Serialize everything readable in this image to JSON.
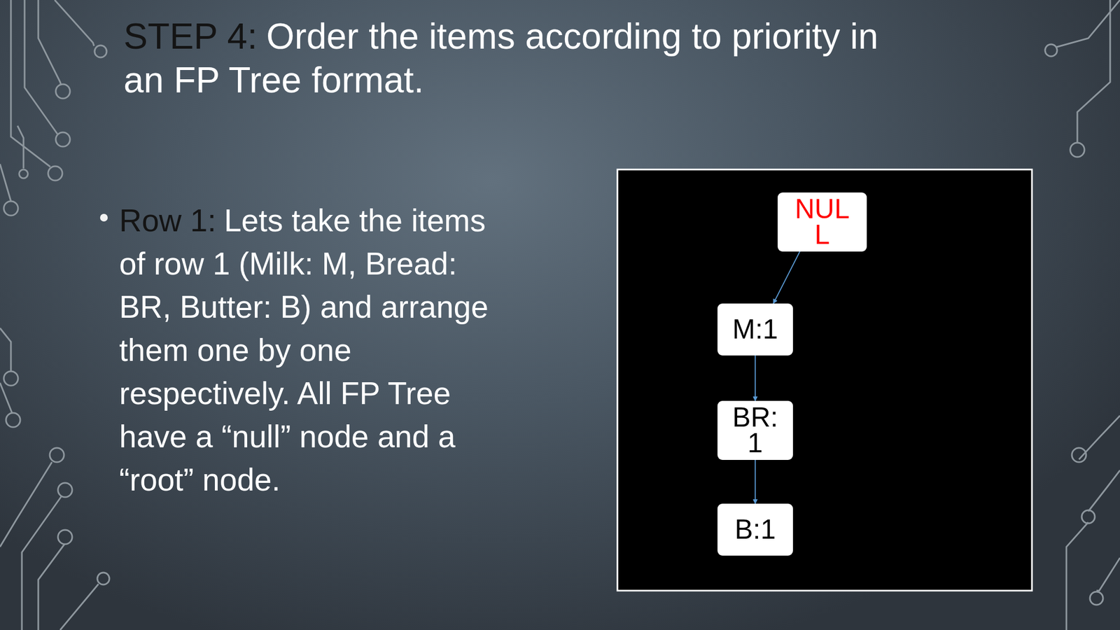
{
  "diagram": {
    "title": "Order the items according to priority in an FP Tree format.",
    "nodes": [
      {
        "text": [
          "NUL L"
        ]
      },
      {
        "text": [
          "M:1"
        ]
      },
      {
        "text": [
          "BR: 1"
        ]
      },
      {
        "text": [
          "B:1"
        ]
      }
    ],
    "edges": [
      {
        "from": 0,
        "to": 1,
        "arrow": "to"
      },
      {
        "from": 1,
        "to": 2,
        "arrow": "to"
      },
      {
        "from": 2,
        "to": 3,
        "arrow": "to"
      }
    ],
    "labels": [
      "STEP 4:",
      "Row 1:",
      "Lets take the items of row 1 (Milk: M, Bread: BR, Butter: B) and arrange them one by one respectively. All FP Tree have a “null” node and a “root” node."
    ]
  }
}
